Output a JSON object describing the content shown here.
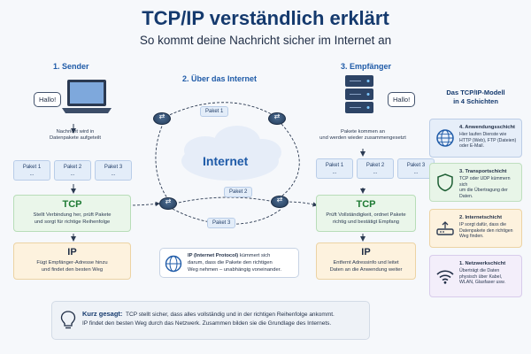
{
  "header": {
    "title": "TCP/IP verständlich erklärt",
    "subtitle": "So kommt deine Nachricht sicher im Internet an"
  },
  "steps": {
    "sender": "1. Sender",
    "internet": "2. Über das Internet",
    "receiver": "3. Empfänger"
  },
  "sender": {
    "bubble": "Hallo!",
    "caption_line1": "Nachricht wird in",
    "caption_line2": "Datenpakete aufgeteilt",
    "packets": [
      {
        "label": "Paket 1",
        "dots": "..."
      },
      {
        "label": "Paket 2",
        "dots": "..."
      },
      {
        "label": "Paket 3",
        "dots": "..."
      }
    ],
    "tcp": {
      "title": "TCP",
      "line1": "Stellt Verbindung her, prüft Pakete",
      "line2": "und sorgt für richtige Reihenfolge"
    },
    "ip": {
      "title": "IP",
      "line1": "Fügt Empfänger-Adresse hinzu",
      "line2": "und findet den besten Weg"
    }
  },
  "internet": {
    "cloud_label": "Internet",
    "packet_labels": [
      "Paket 1",
      "Paket 2",
      "Paket 3"
    ],
    "ip_info": {
      "line1_bold": "IP (Internet Protocol)",
      "line1_rest": " kümmert sich",
      "line2": "darum, dass die Pakete den richtigen",
      "line3": "Weg nehmen – unabhängig voneinander."
    }
  },
  "receiver": {
    "bubble": "Hallo!",
    "caption_line1": "Pakete kommen an",
    "caption_line2": "und werden wieder zusammengesetzt",
    "packets": [
      {
        "label": "Paket 1",
        "dots": "..."
      },
      {
        "label": "Paket 2",
        "dots": "..."
      },
      {
        "label": "Paket 3",
        "dots": "..."
      }
    ],
    "tcp": {
      "title": "TCP",
      "line1": "Prüft Vollständigkeit, ordnet Pakete",
      "line2": "richtig und bestätigt Empfang"
    },
    "ip": {
      "title": "IP",
      "line1": "Entfernt Adressinfo und leitet",
      "line2": "Daten an die Anwendung weiter"
    }
  },
  "model": {
    "title_line1": "Das TCP/IP-Modell",
    "title_line2": "in 4 Schichten",
    "layers": [
      {
        "title": "4. Anwendungsschicht",
        "d1": "Hier laufen Dienste wie",
        "d2": "HTTP (Web), FTP (Dateien)",
        "d3": "oder E-Mail.",
        "bg": "#e6eef9",
        "border": "#bccde6",
        "icon": "globe-icon"
      },
      {
        "title": "3. Transportschicht",
        "d1": "TCP oder UDP kümmern sich",
        "d2": "um die Übertragung der",
        "d3": "Daten.",
        "bg": "#e8f5e8",
        "border": "#bfdfbf",
        "icon": "shield-icon"
      },
      {
        "title": "2. Internetschicht",
        "d1": "IP sorgt dafür, dass die",
        "d2": "Datenpakete den richtigen",
        "d3": "Weg finden.",
        "bg": "#fdf2de",
        "border": "#ecd3a4",
        "icon": "router-icon"
      },
      {
        "title": "1. Netzwerkschicht",
        "d1": "Überträgt die Daten",
        "d2": "physisch über Kabel,",
        "d3": "WLAN, Glasfaser usw.",
        "bg": "#f3eefa",
        "border": "#d8cceb",
        "icon": "wifi-icon"
      }
    ]
  },
  "summary": {
    "label": "Kurz gesagt:",
    "line1": "TCP stellt sicher, dass alles vollständig und in der richtigen Reihenfolge ankommt.",
    "line2": "IP findet den besten Weg durch das Netzwerk. Zusammen bilden sie die Grundlage des Internets."
  },
  "colors": {
    "accent": "#1f5ba8",
    "tcp": "#1d7a33",
    "title": "#153a6e"
  }
}
